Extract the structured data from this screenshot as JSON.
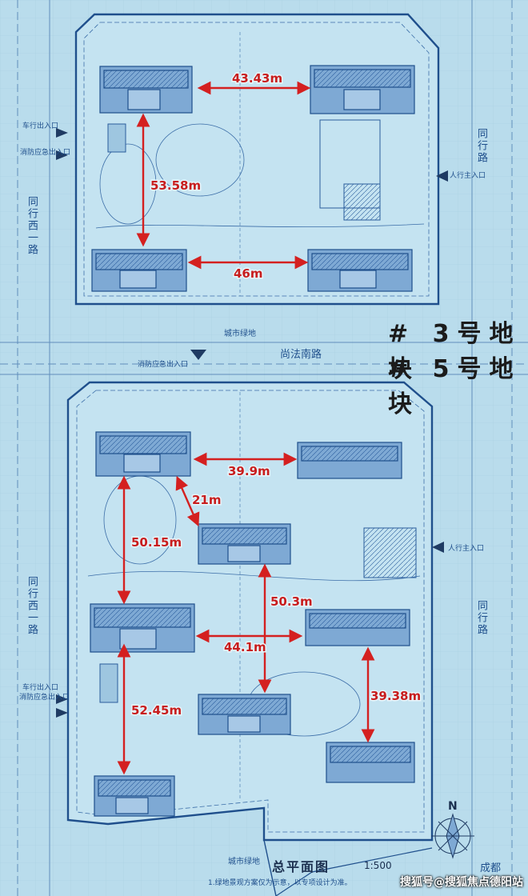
{
  "headings": {
    "plot3": "# 3号地块",
    "plot5": "# 5号地块"
  },
  "roads": {
    "west_upper": "同行西一路",
    "west_lower": "同行西一路",
    "east_upper": "同行路",
    "east_lower": "同行路",
    "middle": "尚法南路",
    "green_upper": "城市绿地",
    "green_lower": "城市绿地",
    "chengdu": "成都"
  },
  "entrances": {
    "car_upper": "车行出入口",
    "fire_upper": "消防应急出入口",
    "ped_upper": "人行主入口",
    "fire_mid": "消防应急出入口",
    "ped_lower": "人行主入口",
    "car_lower": "车行出入口",
    "fire_lower": "消防应急出入口"
  },
  "plan": {
    "title": "总平面图",
    "scale": "1:500",
    "north": "N",
    "note": "1.绿地景观方案仅为示意，以专项设计为准。"
  },
  "distances": {
    "d1": "43.43m",
    "d2": "53.58m",
    "d3": "46m",
    "d4": "39.9m",
    "d5": "21m",
    "d6": "50.15m",
    "d7": "50.3m",
    "d8": "44.1m",
    "d9": "52.45m",
    "d10": "39.38m"
  },
  "watermark": "搜狐号@搜狐焦点德阳站",
  "colors": {
    "paper": "#b9dcec",
    "ink": "#2a5c9c",
    "dimension": "#d42020"
  }
}
